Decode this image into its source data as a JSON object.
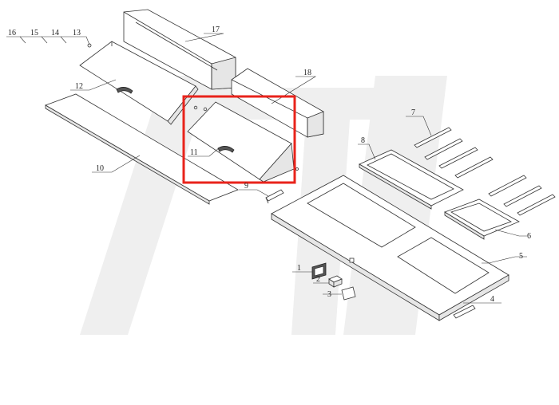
{
  "diagram": {
    "callouts": [
      {
        "id": "c1",
        "label": "1"
      },
      {
        "id": "c2",
        "label": "2"
      },
      {
        "id": "c3",
        "label": "3"
      },
      {
        "id": "c4",
        "label": "4"
      },
      {
        "id": "c5",
        "label": "5"
      },
      {
        "id": "c6",
        "label": "6"
      },
      {
        "id": "c7",
        "label": "7"
      },
      {
        "id": "c8",
        "label": "8"
      },
      {
        "id": "c9",
        "label": "9"
      },
      {
        "id": "c10",
        "label": "10"
      },
      {
        "id": "c11",
        "label": "11"
      },
      {
        "id": "c12",
        "label": "12"
      },
      {
        "id": "c13",
        "label": "13"
      },
      {
        "id": "c14",
        "label": "14"
      },
      {
        "id": "c15",
        "label": "15"
      },
      {
        "id": "c16",
        "label": "16"
      },
      {
        "id": "c17",
        "label": "17"
      },
      {
        "id": "c18",
        "label": "18"
      }
    ],
    "highlight_color": "#e8231b",
    "line_color": "#333333",
    "watermark_color": "#eeeeee"
  }
}
